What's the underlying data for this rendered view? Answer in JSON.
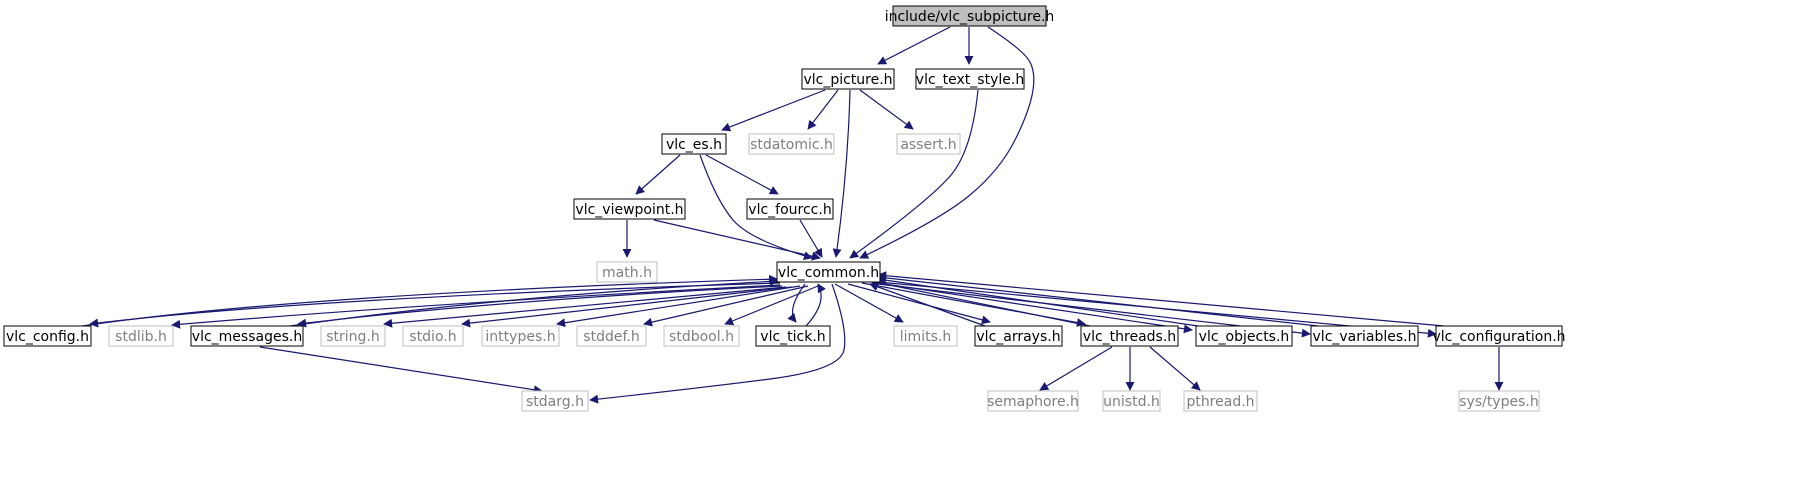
{
  "colors": {
    "edge": "#191970",
    "node_border_local": "#000000",
    "node_border_system": "#bfbfbf",
    "node_fill_root": "#bfbfbf",
    "node_fill": "#ffffff",
    "text_local": "#000000",
    "text_system": "#7f7f7f"
  },
  "nodes": [
    {
      "id": "n_subpicture",
      "label": "include/vlc_subpicture.h",
      "kind": "root"
    },
    {
      "id": "n_picture",
      "label": "vlc_picture.h",
      "kind": "local"
    },
    {
      "id": "n_text_style",
      "label": "vlc_text_style.h",
      "kind": "local"
    },
    {
      "id": "n_es",
      "label": "vlc_es.h",
      "kind": "local"
    },
    {
      "id": "n_stdatomic",
      "label": "stdatomic.h",
      "kind": "system"
    },
    {
      "id": "n_assert",
      "label": "assert.h",
      "kind": "system"
    },
    {
      "id": "n_viewpoint",
      "label": "vlc_viewpoint.h",
      "kind": "local"
    },
    {
      "id": "n_fourcc",
      "label": "vlc_fourcc.h",
      "kind": "local"
    },
    {
      "id": "n_math",
      "label": "math.h",
      "kind": "system"
    },
    {
      "id": "n_common",
      "label": "vlc_common.h",
      "kind": "local"
    },
    {
      "id": "n_config",
      "label": "vlc_config.h",
      "kind": "local"
    },
    {
      "id": "n_stdlib",
      "label": "stdlib.h",
      "kind": "system"
    },
    {
      "id": "n_messages",
      "label": "vlc_messages.h",
      "kind": "local"
    },
    {
      "id": "n_string",
      "label": "string.h",
      "kind": "system"
    },
    {
      "id": "n_stdio",
      "label": "stdio.h",
      "kind": "system"
    },
    {
      "id": "n_inttypes",
      "label": "inttypes.h",
      "kind": "system"
    },
    {
      "id": "n_stddef",
      "label": "stddef.h",
      "kind": "system"
    },
    {
      "id": "n_stdbool",
      "label": "stdbool.h",
      "kind": "system"
    },
    {
      "id": "n_tick",
      "label": "vlc_tick.h",
      "kind": "local"
    },
    {
      "id": "n_limits",
      "label": "limits.h",
      "kind": "system"
    },
    {
      "id": "n_arrays",
      "label": "vlc_arrays.h",
      "kind": "local"
    },
    {
      "id": "n_threads",
      "label": "vlc_threads.h",
      "kind": "local"
    },
    {
      "id": "n_objects",
      "label": "vlc_objects.h",
      "kind": "local"
    },
    {
      "id": "n_variables",
      "label": "vlc_variables.h",
      "kind": "local"
    },
    {
      "id": "n_configuration",
      "label": "vlc_configuration.h",
      "kind": "local"
    },
    {
      "id": "n_stdarg",
      "label": "stdarg.h",
      "kind": "system"
    },
    {
      "id": "n_semaphore",
      "label": "semaphore.h",
      "kind": "system"
    },
    {
      "id": "n_unistd",
      "label": "unistd.h",
      "kind": "system"
    },
    {
      "id": "n_pthread",
      "label": "pthread.h",
      "kind": "system"
    },
    {
      "id": "n_systypes",
      "label": "sys/types.h",
      "kind": "system"
    }
  ],
  "edges": [
    {
      "from": "n_subpicture",
      "to": "n_picture"
    },
    {
      "from": "n_subpicture",
      "to": "n_text_style"
    },
    {
      "from": "n_subpicture",
      "to": "n_common"
    },
    {
      "from": "n_picture",
      "to": "n_es"
    },
    {
      "from": "n_picture",
      "to": "n_stdatomic"
    },
    {
      "from": "n_picture",
      "to": "n_assert"
    },
    {
      "from": "n_picture",
      "to": "n_common"
    },
    {
      "from": "n_text_style",
      "to": "n_common"
    },
    {
      "from": "n_es",
      "to": "n_viewpoint"
    },
    {
      "from": "n_es",
      "to": "n_fourcc"
    },
    {
      "from": "n_es",
      "to": "n_common"
    },
    {
      "from": "n_viewpoint",
      "to": "n_math"
    },
    {
      "from": "n_viewpoint",
      "to": "n_common"
    },
    {
      "from": "n_fourcc",
      "to": "n_common"
    },
    {
      "from": "n_common",
      "to": "n_config"
    },
    {
      "from": "n_config",
      "to": "n_common"
    },
    {
      "from": "n_common",
      "to": "n_stdlib"
    },
    {
      "from": "n_common",
      "to": "n_messages"
    },
    {
      "from": "n_messages",
      "to": "n_common"
    },
    {
      "from": "n_common",
      "to": "n_string"
    },
    {
      "from": "n_common",
      "to": "n_stdio"
    },
    {
      "from": "n_common",
      "to": "n_inttypes"
    },
    {
      "from": "n_common",
      "to": "n_stddef"
    },
    {
      "from": "n_common",
      "to": "n_stdbool"
    },
    {
      "from": "n_common",
      "to": "n_tick"
    },
    {
      "from": "n_tick",
      "to": "n_common"
    },
    {
      "from": "n_common",
      "to": "n_limits"
    },
    {
      "from": "n_common",
      "to": "n_arrays"
    },
    {
      "from": "n_arrays",
      "to": "n_common"
    },
    {
      "from": "n_common",
      "to": "n_threads"
    },
    {
      "from": "n_threads",
      "to": "n_common"
    },
    {
      "from": "n_common",
      "to": "n_objects"
    },
    {
      "from": "n_objects",
      "to": "n_common"
    },
    {
      "from": "n_common",
      "to": "n_variables"
    },
    {
      "from": "n_variables",
      "to": "n_common"
    },
    {
      "from": "n_common",
      "to": "n_configuration"
    },
    {
      "from": "n_configuration",
      "to": "n_common"
    },
    {
      "from": "n_common",
      "to": "n_stdarg"
    },
    {
      "from": "n_messages",
      "to": "n_stdarg"
    },
    {
      "from": "n_threads",
      "to": "n_semaphore"
    },
    {
      "from": "n_threads",
      "to": "n_unistd"
    },
    {
      "from": "n_threads",
      "to": "n_pthread"
    },
    {
      "from": "n_configuration",
      "to": "n_systypes"
    }
  ]
}
